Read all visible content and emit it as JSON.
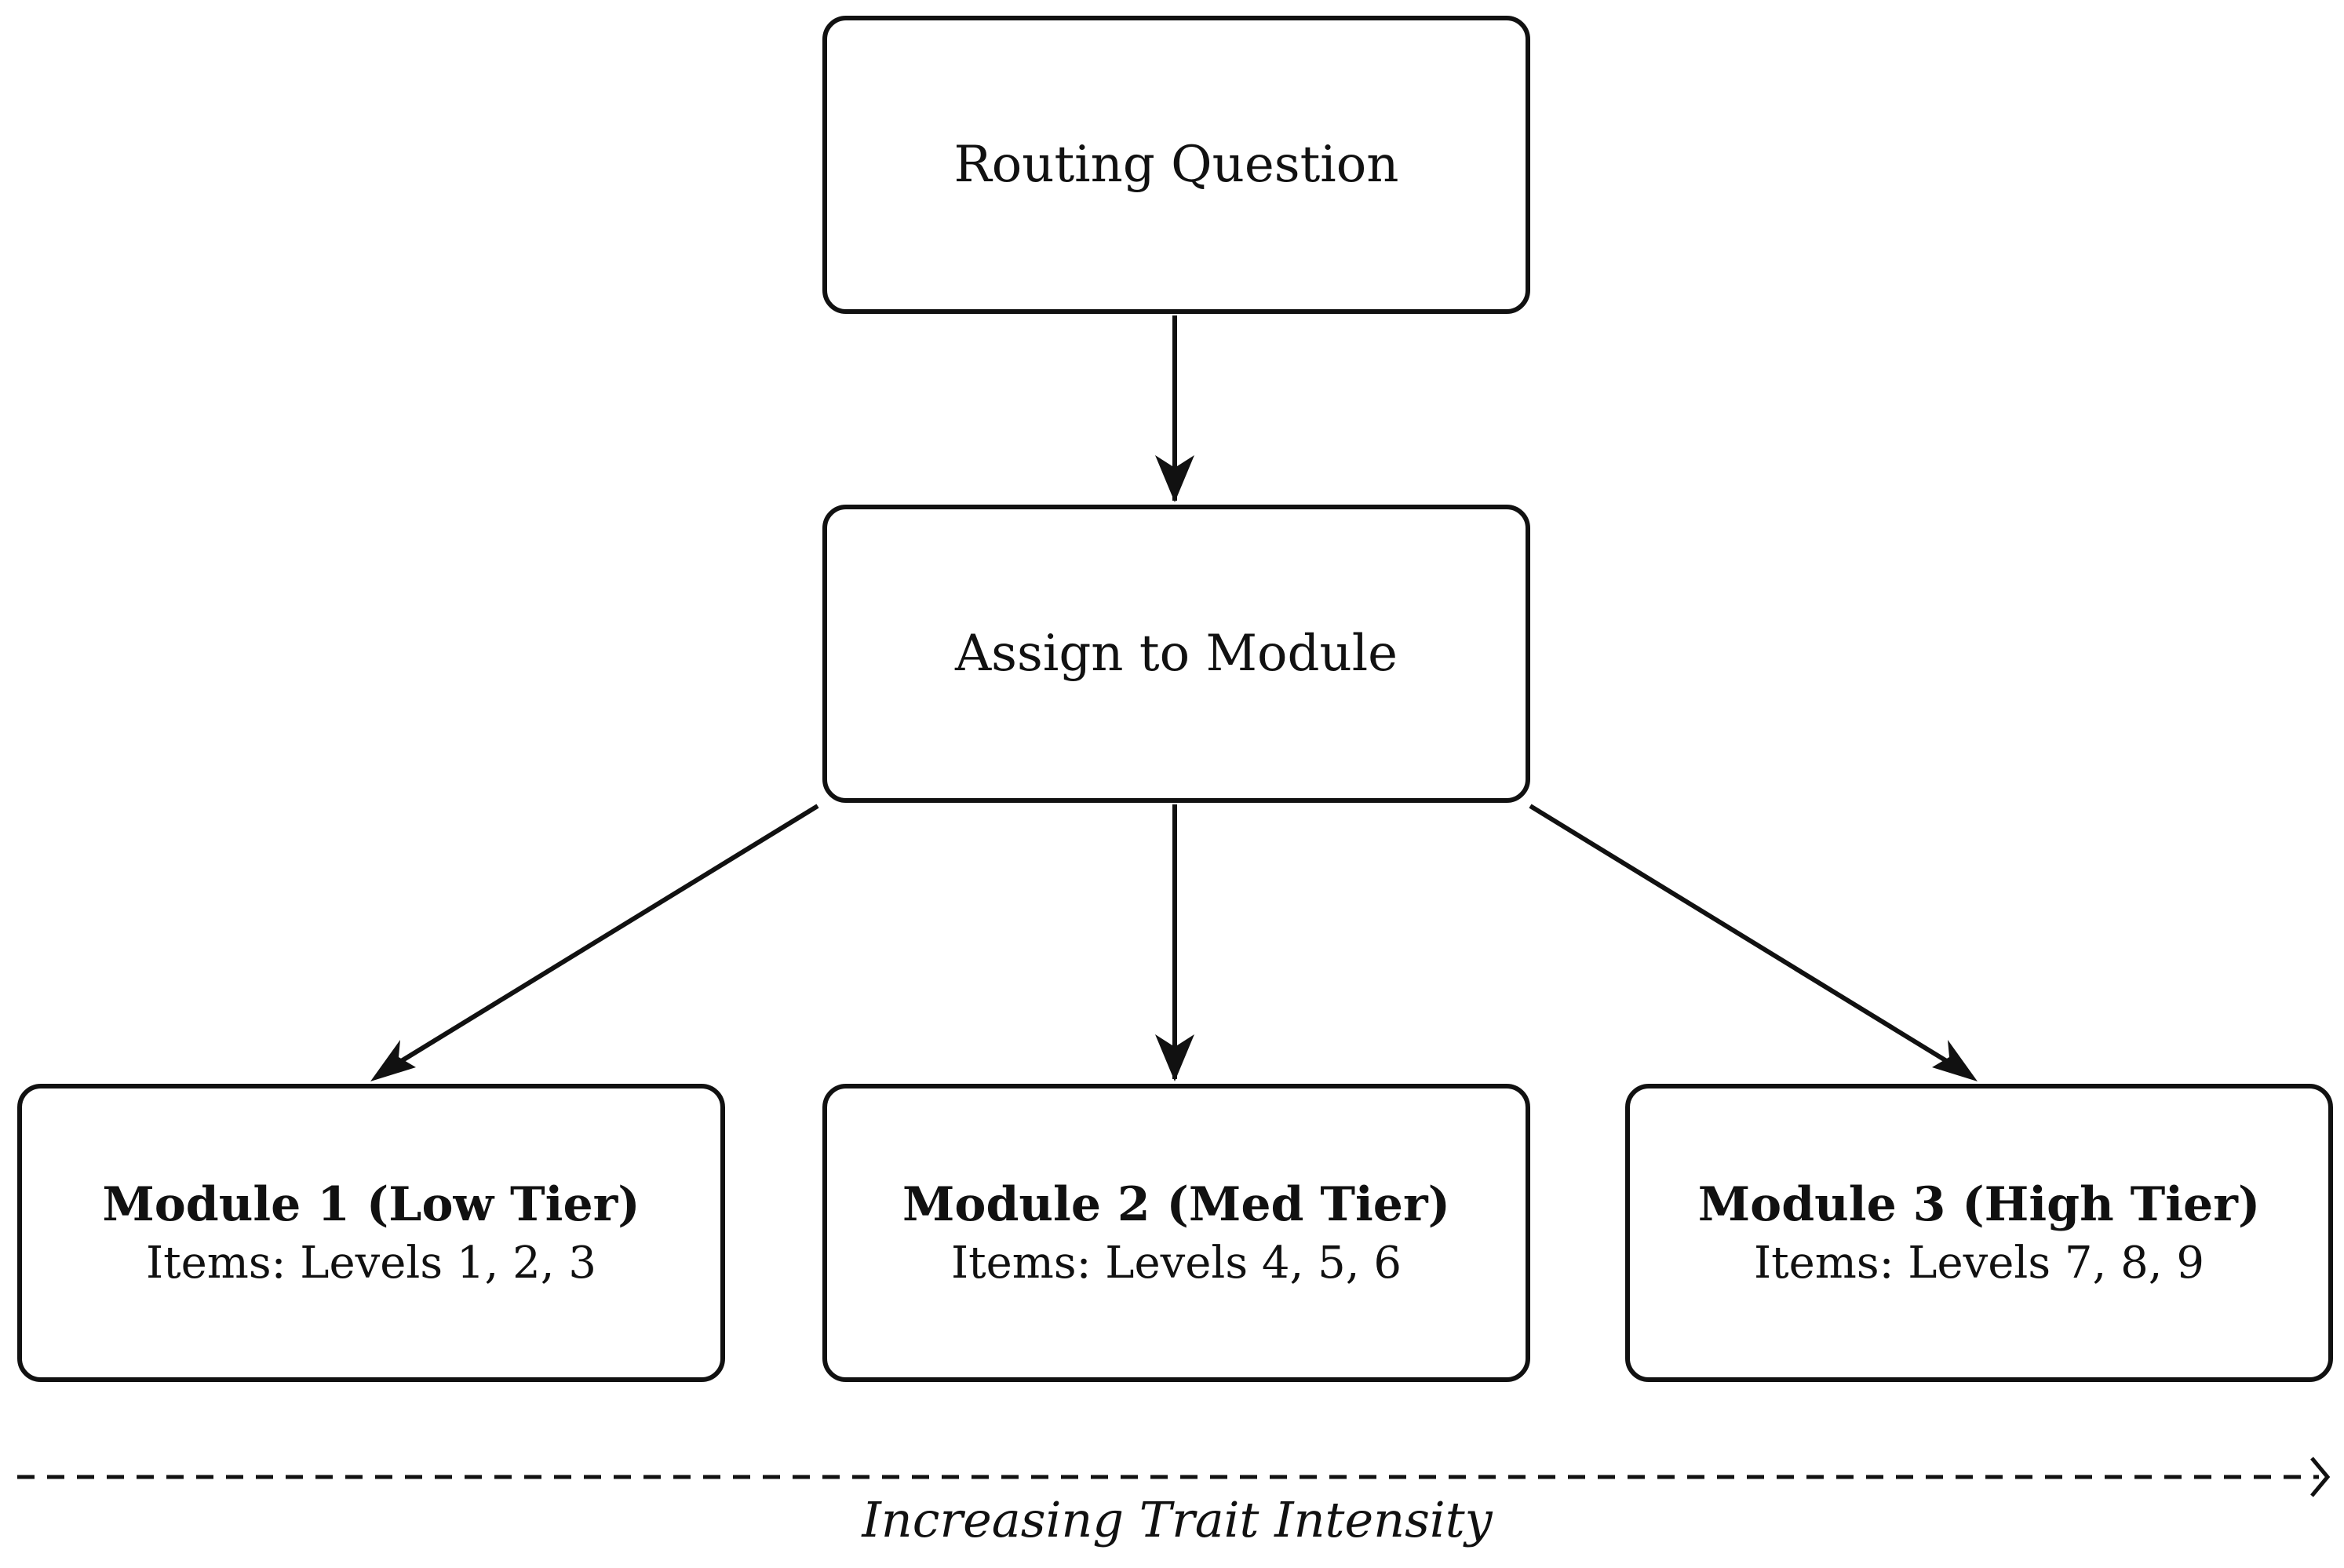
{
  "nodes": {
    "routing": {
      "label": "Routing Question"
    },
    "assign": {
      "label": "Assign to Module"
    },
    "modules": [
      {
        "title": "Module 1 (Low Tier)",
        "items": "Items: Levels 1, 2, 3"
      },
      {
        "title": "Module 2 (Med Tier)",
        "items": "Items: Levels 4, 5, 6"
      },
      {
        "title": "Module 3 (High Tier)",
        "items": "Items: Levels 7, 8, 9"
      }
    ]
  },
  "axis": {
    "label": "Increasing Trait Intensity"
  },
  "colors": {
    "stroke": "#111111",
    "background": "#ffffff"
  }
}
